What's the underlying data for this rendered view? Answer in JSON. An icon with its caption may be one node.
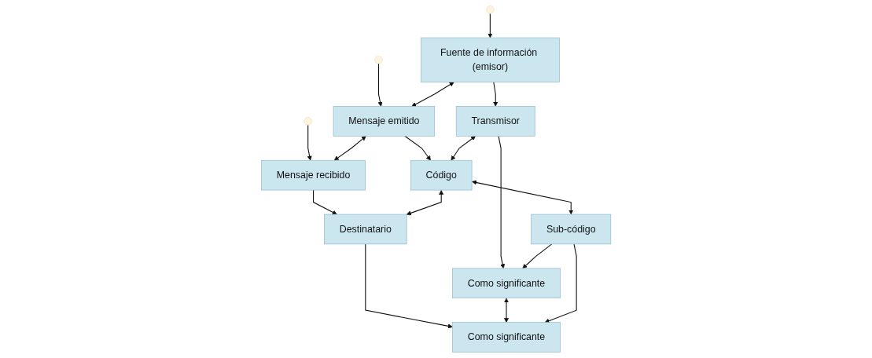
{
  "diagram": {
    "nodes": [
      {
        "text": [
          "Fuente de información (emisor)"
        ]
      },
      {
        "text": [
          "Mensaje emitido"
        ]
      },
      {
        "text": [
          "Mensaje recibido"
        ]
      },
      {
        "text": [
          "Transmisor"
        ]
      },
      {
        "text": [
          "Código"
        ]
      },
      {
        "text": [
          "Destinatario"
        ]
      },
      {
        "text": [
          "Como significante"
        ]
      },
      {
        "text": [
          "Como significante"
        ]
      },
      {
        "text": [
          "Sub-código"
        ]
      }
    ],
    "edges": [
      {
        "from": null,
        "to": 0,
        "arrow": "to"
      },
      {
        "from": null,
        "to": 1,
        "arrow": "to"
      },
      {
        "from": null,
        "to": 2,
        "arrow": "to"
      },
      {
        "from": 0,
        "to": 1,
        "arrow": "both"
      },
      {
        "from": 1,
        "to": 2,
        "arrow": "both"
      },
      {
        "from": 0,
        "to": 3,
        "arrow": "to"
      },
      {
        "from": 1,
        "to": 4,
        "arrow": "to"
      },
      {
        "from": 2,
        "to": 5,
        "arrow": "to"
      },
      {
        "from": 3,
        "to": 4,
        "arrow": "both"
      },
      {
        "from": 4,
        "to": 5,
        "arrow": "both"
      },
      {
        "from": 3,
        "to": 6,
        "arrow": "to"
      },
      {
        "from": 5,
        "to": 7,
        "arrow": "to"
      },
      {
        "from": 6,
        "to": 7,
        "arrow": "both"
      },
      {
        "from": 4,
        "to": 8,
        "arrow": "both"
      },
      {
        "from": 8,
        "to": 6,
        "arrow": "to"
      },
      {
        "from": 8,
        "to": 7,
        "arrow": "to"
      }
    ]
  }
}
